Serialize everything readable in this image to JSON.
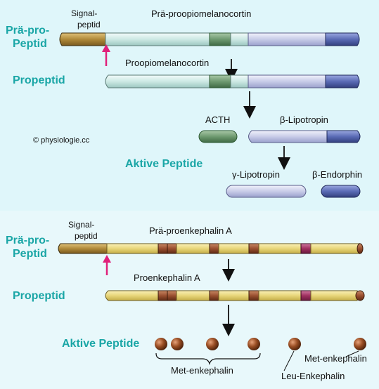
{
  "pomc": {
    "signal_label_1": "Signal-",
    "signal_label_2": "peptid",
    "precursor_title": "Prä-proopiomelanocortin",
    "prepro_1": "Prä-pro-",
    "prepro_2": "Peptid",
    "propeptide_label": "Propeptid",
    "propeptide_title": "Proopiomelanocortin",
    "acth": "ACTH",
    "beta_lipotropin": "β-Lipotropin",
    "active": "Aktive Peptide",
    "gamma_lipotropin": "γ-Lipotropin",
    "beta_endorphin": "β-Endorphin"
  },
  "copyright": "© physiologie.cc",
  "penk": {
    "signal_label_1": "Signal-",
    "signal_label_2": "peptid",
    "precursor_title": "Prä-proenkephalin A",
    "prepro_1": "Prä-pro-",
    "prepro_2": "Peptid",
    "propeptide_label": "Propeptid",
    "propeptide_title": "Proenkephalin A",
    "active": "Aktive Peptide",
    "met_enkephalin_group": "Met-enkephalin",
    "met_enkephalin": "Met-enkephalin",
    "leu_enkephalin": "Leu-Enkephalin"
  },
  "colors": {
    "teal_label": "#1aa6a6",
    "signal_brown": "#b08a3a",
    "acth_green": "#5a8a5e",
    "lipotropin": "#c8cce8",
    "endorphin": "#5a6bb5",
    "enk_yellow": "#e8d67a",
    "enk_segment": "#9a5030",
    "arrow_pink": "#e0207a"
  }
}
